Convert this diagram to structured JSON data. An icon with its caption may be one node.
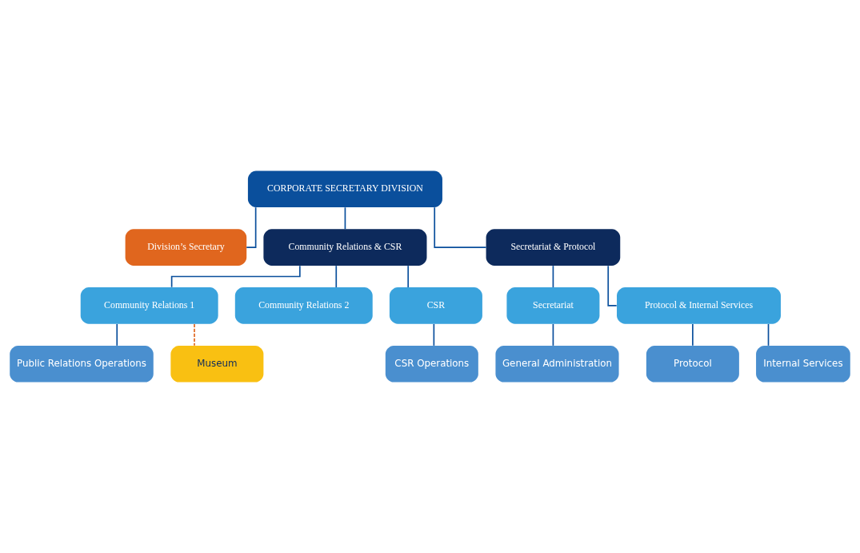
{
  "diagram": {
    "nodes": [
      {
        "text": [
          "CORPORATE SECRETARY DIVISION"
        ]
      },
      {
        "text": [
          "Division’s Secretary"
        ]
      },
      {
        "text": [
          "Community Relations & CSR"
        ]
      },
      {
        "text": [
          "Secretariat & Protocol"
        ]
      },
      {
        "text": [
          "Community Relations 1"
        ]
      },
      {
        "text": [
          "Community Relations 2"
        ]
      },
      {
        "text": [
          "CSR"
        ]
      },
      {
        "text": [
          "Secretariat"
        ]
      },
      {
        "text": [
          "Protocol & Internal Services"
        ]
      },
      {
        "text": [
          "Public Relations Operations"
        ]
      },
      {
        "text": [
          "Museum"
        ]
      },
      {
        "text": [
          "CSR Operations"
        ]
      },
      {
        "text": [
          "General Administration"
        ]
      },
      {
        "text": [
          "Protocol"
        ]
      },
      {
        "text": [
          "Internal Services"
        ]
      }
    ],
    "edges": [
      {
        "from": 0,
        "to": 1,
        "arrow": "none"
      },
      {
        "from": 0,
        "to": 2,
        "arrow": "none"
      },
      {
        "from": 0,
        "to": 3,
        "arrow": "none"
      },
      {
        "from": 2,
        "to": 4,
        "arrow": "none"
      },
      {
        "from": 2,
        "to": 5,
        "arrow": "none"
      },
      {
        "from": 2,
        "to": 6,
        "arrow": "none"
      },
      {
        "from": 3,
        "to": 7,
        "arrow": "none"
      },
      {
        "from": 3,
        "to": 8,
        "arrow": "none"
      },
      {
        "from": 4,
        "to": 9,
        "arrow": "none"
      },
      {
        "from": 4,
        "to": 10,
        "arrow": "none",
        "style": "dashed",
        "color": "#e0661e"
      },
      {
        "from": 6,
        "to": 11,
        "arrow": "none"
      },
      {
        "from": 7,
        "to": 12,
        "arrow": "none"
      },
      {
        "from": 8,
        "to": 13,
        "arrow": "none"
      },
      {
        "from": 8,
        "to": 14,
        "arrow": "none"
      }
    ]
  }
}
